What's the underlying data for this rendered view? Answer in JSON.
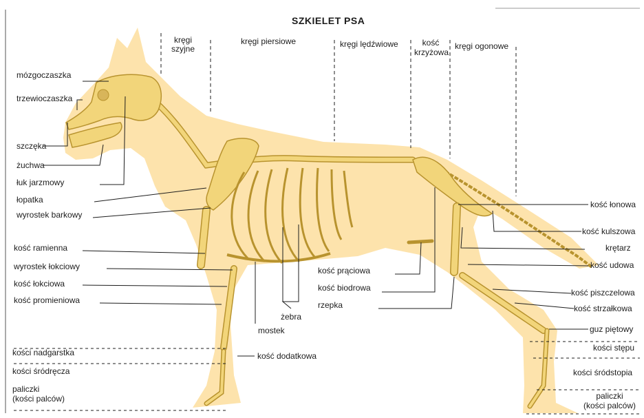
{
  "title": "SZKIELET PSA",
  "colors": {
    "silhouette": "#fde3ac",
    "bone": "#f2d57a",
    "bone_stroke": "#b8932e",
    "line": "#1c1c1c"
  },
  "labels_left": {
    "mozgoczaszka": "mózgoczaszka",
    "trzewioczaszka": "trzewioczaszka",
    "szczeka": "szczęka",
    "zuchwa": "żuchwa",
    "luk_jarzmowy": "łuk jarzmowy",
    "lopatka": "łopatka",
    "wyrostek_barkowy": "wyrostek barkowy",
    "kosc_ramienna": "kość ramienna",
    "wyrostek_lokciowy": "wyrostek łokciowy",
    "kosc_lokciowa": "kość łokciowa",
    "kosc_promieniowa": "kość promieniowa",
    "kosci_nadgarstka": "kości nadgarstka",
    "kosci_srodrecza": "kości śródręcza",
    "paliczki_line1": "paliczki",
    "paliczki_line2": "(kości palców)"
  },
  "labels_top": {
    "kregi_szyjne_line1": "kręgi",
    "kregi_szyjne_line2": "szyjne",
    "kregi_piersiowe": "kręgi piersiowe",
    "kregi_ledzwiowe": "kręgi lędźwiowe",
    "kosc_krzyzowa_line1": "kość",
    "kosc_krzyzowa_line2": "krzyżowa",
    "kregi_ogonowe": "kręgi ogonowe"
  },
  "labels_center": {
    "zebra": "żebra",
    "mostek": "mostek",
    "kosc_dodatkowa": "kość dodatkowa",
    "kosc_praciowa": "kość prąciowa",
    "kosc_biodrowa": "kość biodrowa",
    "rzepka": "rzepka"
  },
  "labels_right": {
    "kosc_lonowa": "kość łonowa",
    "kosc_kulszowa": "kość kulszowa",
    "kretarz": "krętarz",
    "kosc_udowa": "kość udowa",
    "kosc_piszczelowa": "kość piszczelowa",
    "kosc_strzalkowa": "kość strzałkowa",
    "guz_pietowy": "guz piętowy",
    "kosci_stepu": "kości stępu",
    "kosci_srodstopia": "kości śródstopia",
    "paliczki_line1": "paliczki",
    "paliczki_line2": "(kości palców)"
  }
}
